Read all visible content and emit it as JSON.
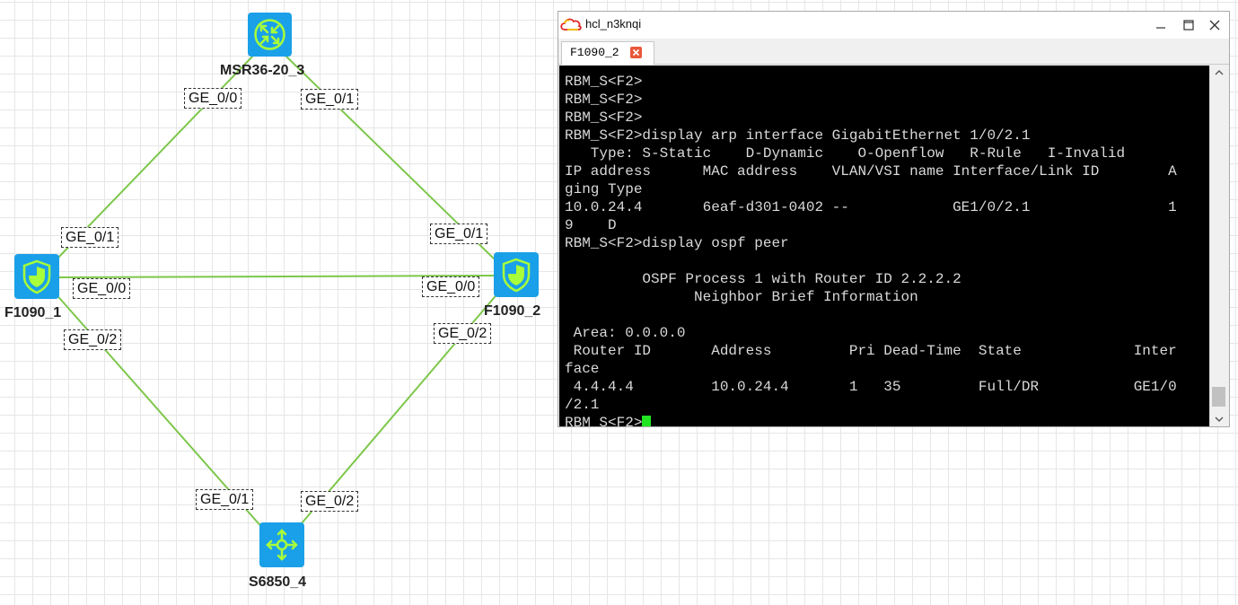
{
  "topology": {
    "devices": {
      "router": {
        "name": "MSR36-20_3",
        "icon": "router-icon",
        "color": "#1aa0e8"
      },
      "fw1": {
        "name": "F1090_1",
        "icon": "firewall-shield-icon",
        "color": "#1aa0e8"
      },
      "fw2": {
        "name": "F1090_2",
        "icon": "firewall-shield-icon",
        "color": "#1aa0e8"
      },
      "switch": {
        "name": "S6850_4",
        "icon": "switch-icon",
        "color": "#1aa0e8"
      }
    },
    "link_color": "#7dc74a",
    "ports": {
      "router_ge00": "GE_0/0",
      "router_ge01": "GE_0/1",
      "fw1_ge01": "GE_0/1",
      "fw1_ge00": "GE_0/0",
      "fw1_ge02": "GE_0/2",
      "fw2_ge01": "GE_0/1",
      "fw2_ge00": "GE_0/0",
      "fw2_ge02": "GE_0/2",
      "sw_ge01": "GE_0/1",
      "sw_ge02": "GE_0/2"
    }
  },
  "terminal": {
    "window_title": "hcl_n3knqi",
    "app_icon": "cloud-icon",
    "tab_label": "F1090_2",
    "lines": [
      "RBM_S<F2>",
      "RBM_S<F2>",
      "RBM_S<F2>",
      "RBM_S<F2>display arp interface GigabitEthernet 1/0/2.1",
      "   Type: S-Static    D-Dynamic    O-Openflow   R-Rule   I-Invalid",
      "IP address      MAC address    VLAN/VSI name Interface/Link ID        A",
      "ging Type",
      "10.0.24.4       6eaf-d301-0402 --            GE1/0/2.1                1",
      "9    D",
      "RBM_S<F2>display ospf peer",
      "",
      "         OSPF Process 1 with Router ID 2.2.2.2",
      "               Neighbor Brief Information",
      "",
      " Area: 0.0.0.0",
      " Router ID       Address         Pri Dead-Time  State             Inter",
      "face",
      " 4.4.4.4         10.0.24.4       1   35         Full/DR           GE1/0",
      "/2.1"
    ],
    "prompt": "RBM_S<F2>",
    "cursor_color": "#22e522"
  }
}
